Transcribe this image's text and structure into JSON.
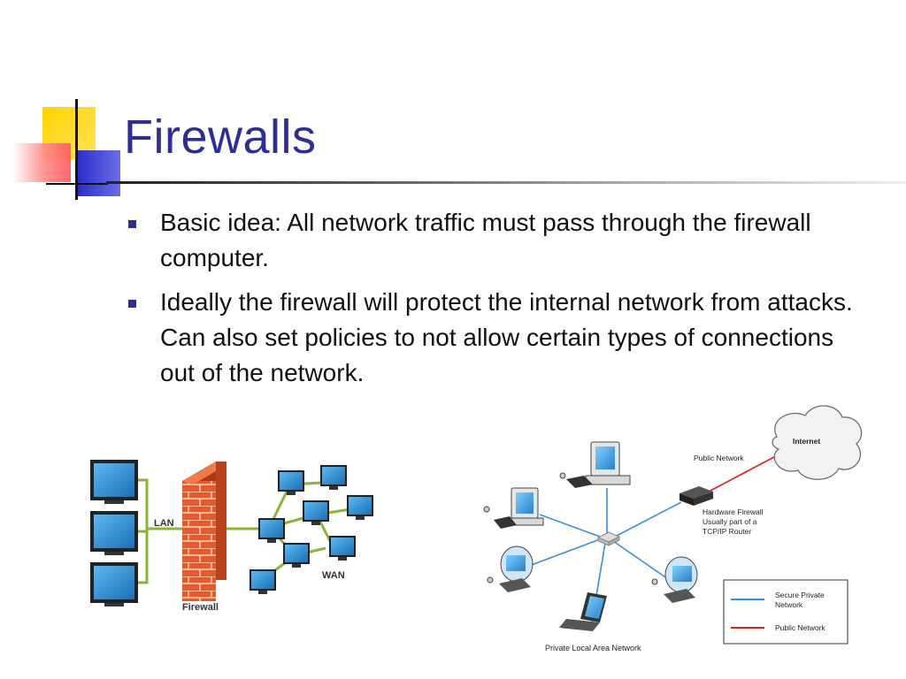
{
  "slide": {
    "title": "Firewalls",
    "bullets": [
      {
        "text": "Basic idea: All network traffic must pass through the firewall computer."
      },
      {
        "text": "Ideally the firewall will protect the internal network from attacks.  Can also set policies to not allow certain types of connections out of the network."
      }
    ]
  },
  "left_diagram": {
    "lan_label": "LAN",
    "wan_label": "WAN",
    "firewall_label": "Firewall"
  },
  "right_diagram": {
    "internet_label": "Internet",
    "public_network_label": "Public Network",
    "hardware_firewall_lines": [
      "Hardware Firewall",
      "Usually part of a",
      "TCP/IP Router"
    ],
    "private_lan_label": "Private Local Area Network",
    "legend": {
      "secure_private_lines": [
        "Secure Private",
        "Network"
      ],
      "public_network": "Public Network"
    }
  },
  "colors": {
    "title": "#2d2f92",
    "bullet": "#2d2f92",
    "secure_line": "#3a8fd8",
    "public_line": "#e02020",
    "brick": "#e0582a",
    "wan_link": "#8bb33a"
  }
}
